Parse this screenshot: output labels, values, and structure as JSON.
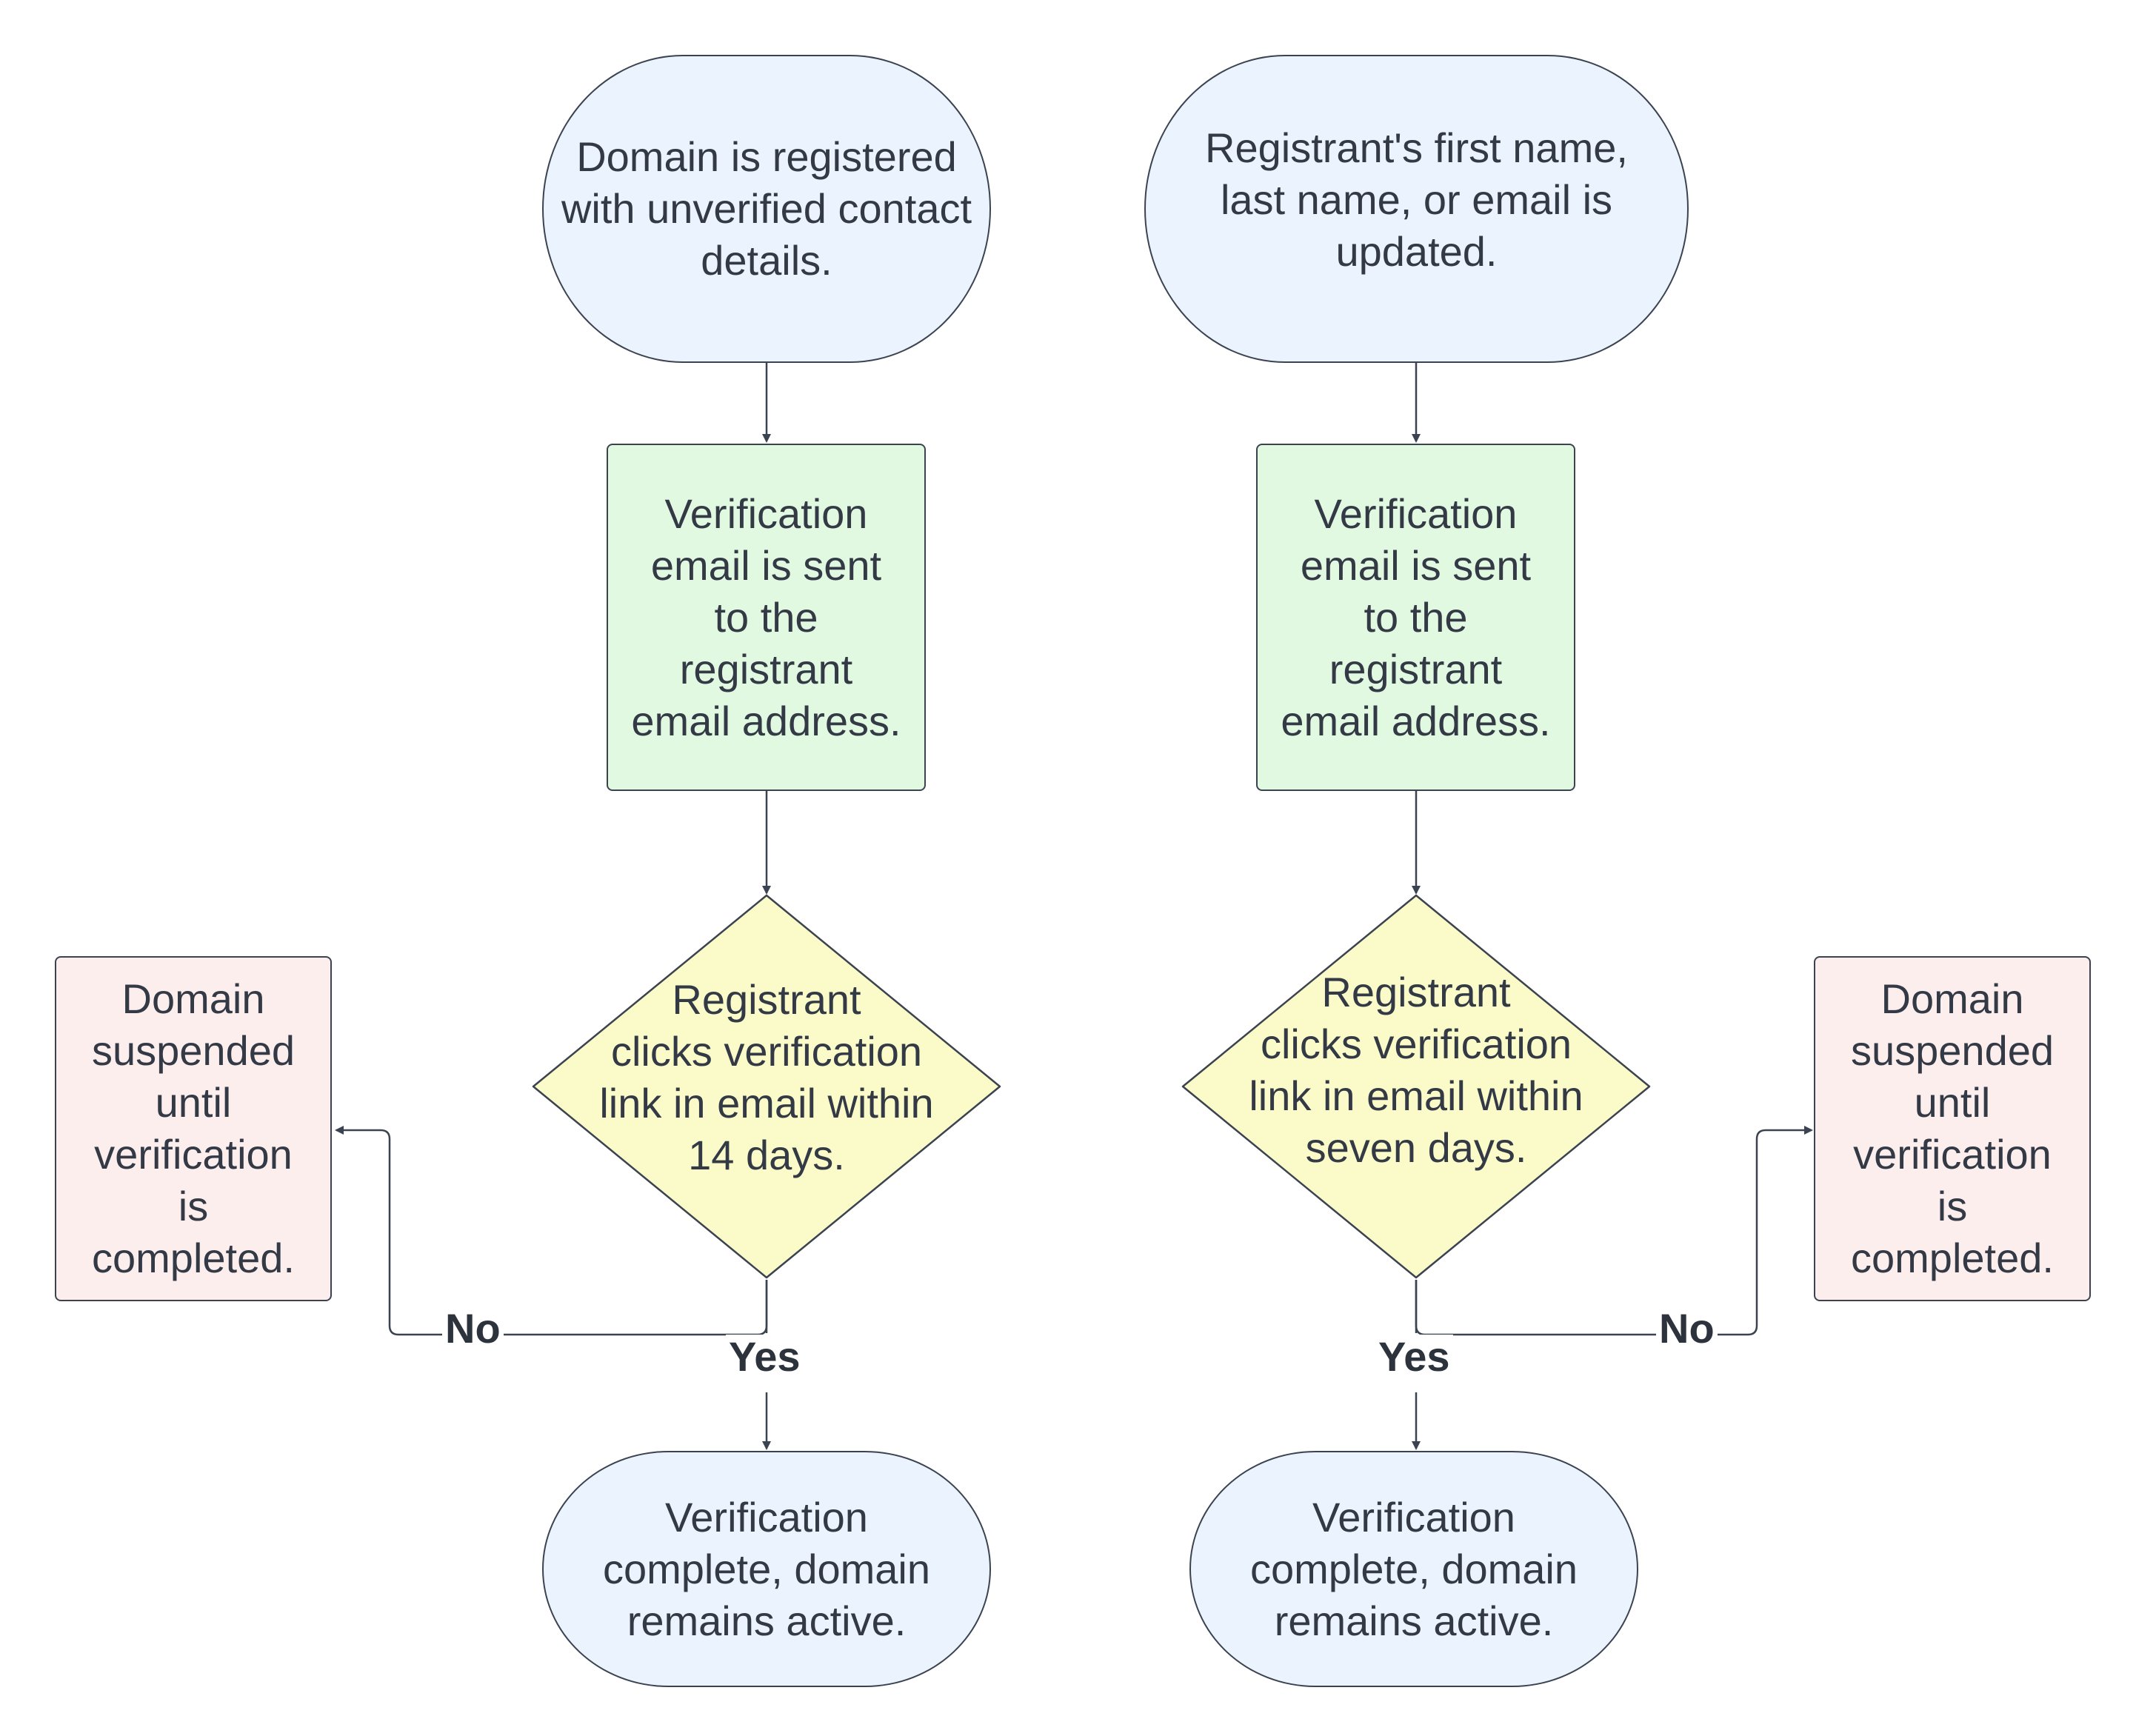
{
  "colors": {
    "terminal_fill": "#eaf3fe",
    "process_fill": "#e2f9e1",
    "decision_fill": "#fafbc8",
    "suspended_fill": "#fdeeee",
    "stroke": "#3c4350"
  },
  "left_flow": {
    "start": "Domain is registered\nwith unverified contact\ndetails.",
    "email_sent": "Verification\nemail is sent\nto the\nregistrant\nemail address.",
    "decision": "Registrant\nclicks verification\nlink in email within\n14 days.",
    "suspended": "Domain\nsuspended\nuntil\nverification\nis\ncompleted.",
    "no_label": "No",
    "yes_label": "Yes",
    "complete": "Verification\ncomplete, domain\nremains active."
  },
  "right_flow": {
    "start": "Registrant's first name,\nlast name, or email is\nupdated.",
    "email_sent": "Verification\nemail is sent\nto the\nregistrant\nemail address.",
    "decision": "Registrant\nclicks verification\nlink in email within\nseven days.",
    "suspended": "Domain\nsuspended\nuntil\nverification\nis\ncompleted.",
    "no_label": "No",
    "yes_label": "Yes",
    "complete": "Verification\ncomplete, domain\nremains active."
  }
}
